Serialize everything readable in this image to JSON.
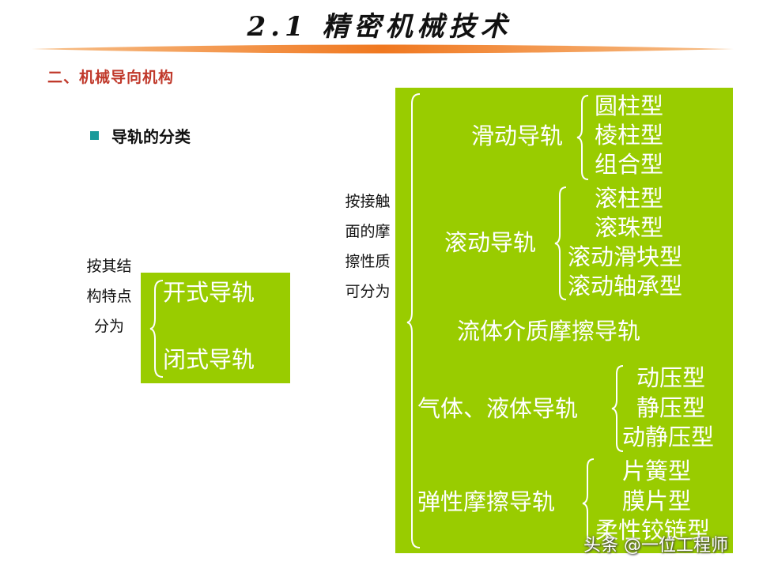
{
  "title": "2.1 精密机械技术",
  "section_heading": "二、机械导向机构",
  "bullet": "导轨的分类",
  "left_group": {
    "label_lines": [
      "按其结",
      "构特点",
      "分为"
    ],
    "items": [
      "开式导轨",
      "闭式导轨"
    ]
  },
  "right_group": {
    "label_lines": [
      "按接触",
      "面的摩",
      "擦性质",
      "可分为"
    ],
    "categories": [
      {
        "name": "滑动导轨",
        "subtypes": [
          "圆柱型",
          "棱柱型",
          "组合型"
        ]
      },
      {
        "name": "滚动导轨",
        "subtypes": [
          "滚柱型",
          "滚珠型",
          "滚动滑块型",
          "滚动轴承型"
        ]
      },
      {
        "name": "流体介质摩擦导轨",
        "subtypes": []
      },
      {
        "name": "气体、液体导轨",
        "subtypes": [
          "动压型",
          "静压型",
          "动静压型"
        ]
      },
      {
        "name": "弹性摩擦导轨",
        "subtypes": [
          "片簧型",
          "膜片型",
          "柔性铰链型"
        ]
      }
    ]
  },
  "watermark": "头条 @一位工程师",
  "colors": {
    "box_green": "#99cc00",
    "heading_red": "#c0392b",
    "bullet_teal": "#1a9a9a",
    "bar_orange": "#f07820"
  }
}
